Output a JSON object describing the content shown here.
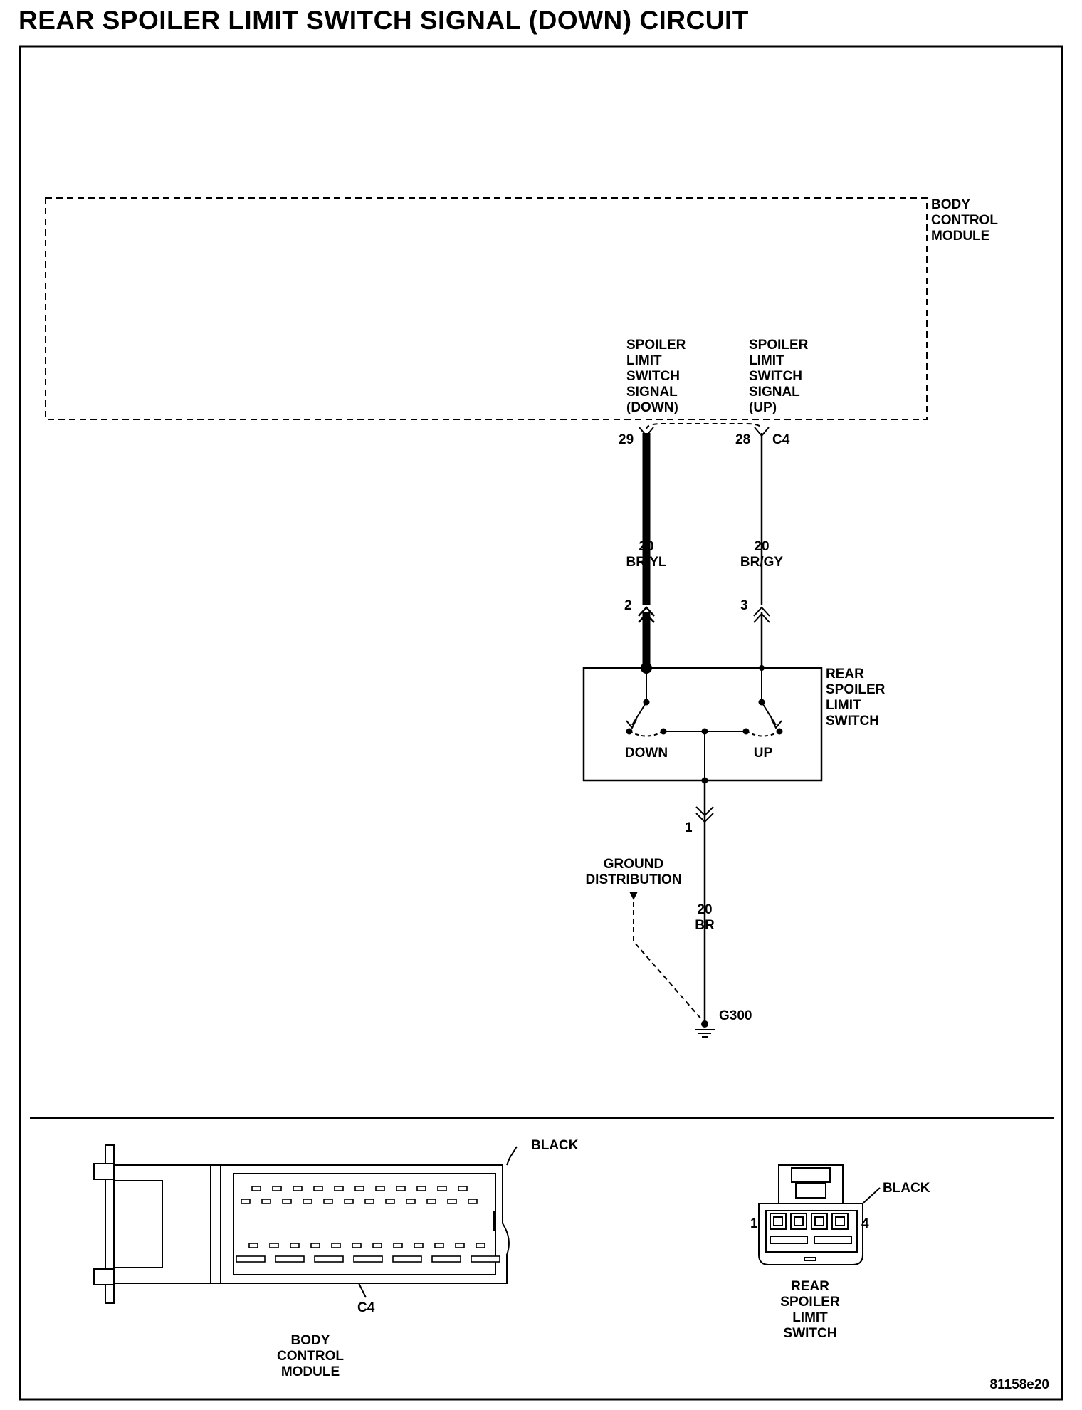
{
  "title": "REAR SPOILER LIMIT SWITCH SIGNAL (DOWN) CIRCUIT",
  "bcm": {
    "name": [
      "BODY",
      "CONTROL",
      "MODULE"
    ],
    "pin_down_label": [
      "SPOILER",
      "LIMIT",
      "SWITCH",
      "SIGNAL",
      "(DOWN)"
    ],
    "pin_up_label": [
      "SPOILER",
      "LIMIT",
      "SWITCH",
      "SIGNAL",
      "(UP)"
    ],
    "pin_down_number": "29",
    "pin_up_number": "28",
    "connector": "C4"
  },
  "wires": {
    "down": {
      "gauge": "20",
      "color_code": "BR/YL"
    },
    "up": {
      "gauge": "20",
      "color_code": "BR/GY"
    },
    "ground": {
      "gauge": "20",
      "color_code": "BR"
    }
  },
  "switch": {
    "name": [
      "REAR",
      "SPOILER",
      "LIMIT",
      "SWITCH"
    ],
    "pin_down": "2",
    "pin_up": "3",
    "pin_ground": "1",
    "down_label": "DOWN",
    "up_label": "UP"
  },
  "ground": {
    "distribution_label": [
      "GROUND",
      "DISTRIBUTION"
    ],
    "point": "G300"
  },
  "connector_views": {
    "bcm": {
      "color": "BLACK",
      "id": "C4",
      "name": [
        "BODY",
        "CONTROL",
        "MODULE"
      ]
    },
    "switch": {
      "color": "BLACK",
      "pin_first": "1",
      "pin_last": "4",
      "name": [
        "REAR",
        "SPOILER",
        "LIMIT",
        "SWITCH"
      ]
    }
  },
  "figure_id": "81158e20"
}
